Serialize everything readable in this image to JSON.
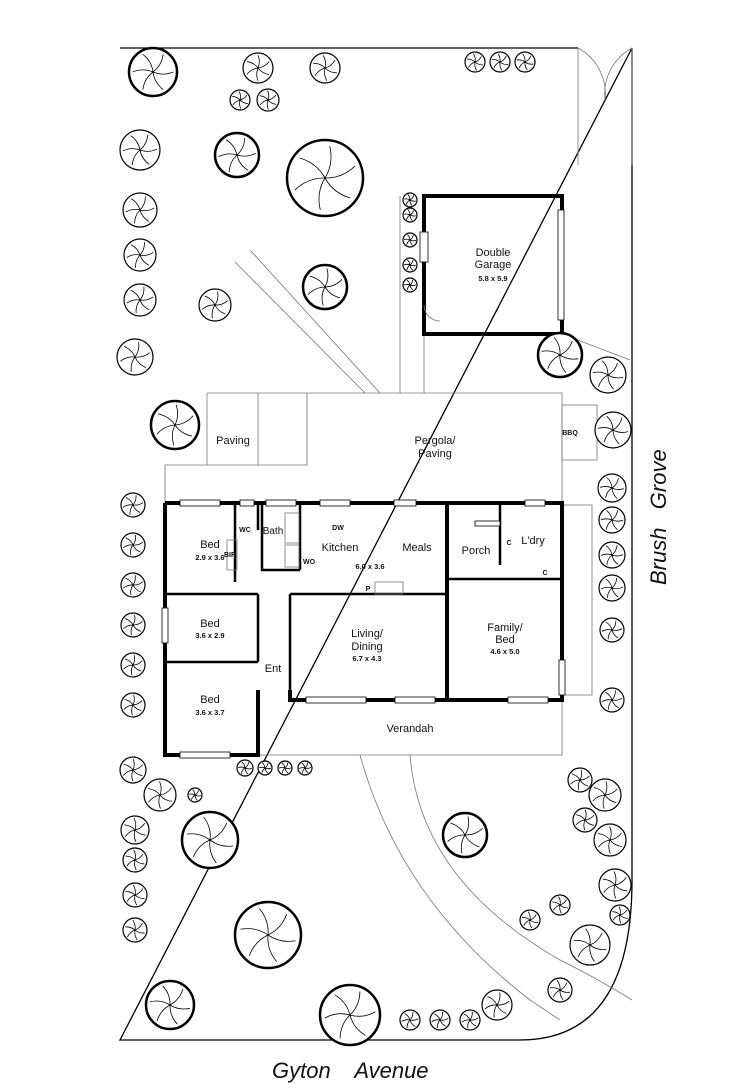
{
  "streets": {
    "bottom": "Gyton    Avenue",
    "right": "Brush   Grove"
  },
  "garage": {
    "name": "Double\nGarage",
    "line1": "Double",
    "line2": "Garage",
    "dims": "5.8 x 5.9"
  },
  "outdoor": {
    "paving": "Paving",
    "pergola1": "Pergola/",
    "pergola2": "Paving",
    "bbq": "BBQ",
    "verandah": "Verandah"
  },
  "rooms": {
    "bed1": {
      "name": "Bed",
      "dims": "2.9 x 3.6"
    },
    "bed2": {
      "name": "Bed",
      "dims": "3.6 x 2.9"
    },
    "bed3": {
      "name": "Bed",
      "dims": "3.6 x 3.7"
    },
    "kitchen": {
      "name": "Kitchen"
    },
    "meals": {
      "name": "Meals",
      "dims": "6.0 x 3.6"
    },
    "living": {
      "line1": "Living/",
      "line2": "Dining",
      "dims": "6.7 x 4.3"
    },
    "family": {
      "line1": "Family/",
      "line2": "Bed",
      "dims": "4.6 x 5.0"
    },
    "porch": {
      "name": "Porch"
    },
    "laundry": {
      "name": "L'dry"
    },
    "entry": {
      "name": "Ent"
    },
    "bath": {
      "name": "Bath"
    },
    "wc": {
      "name": "WC"
    }
  },
  "fixtures": {
    "bir": "BIR",
    "dw": "DW",
    "wo": "WO",
    "pantry": "P",
    "cupboard": "C"
  }
}
